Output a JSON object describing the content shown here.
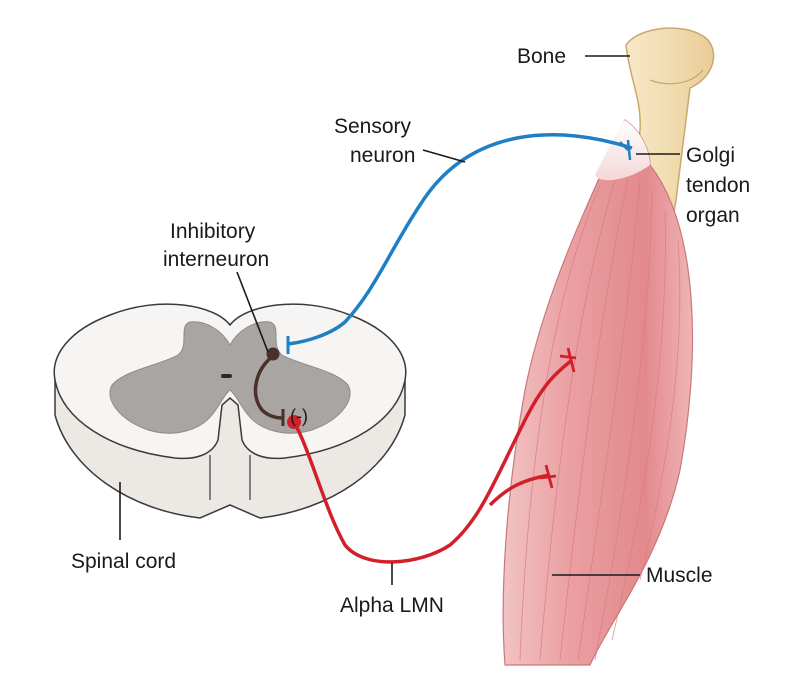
{
  "labels": {
    "bone": "Bone",
    "sensory_neuron": [
      "Sensory",
      "neuron"
    ],
    "golgi_tendon_organ": [
      "Golgi",
      "tendon",
      "organ"
    ],
    "inhibitory_interneuron": [
      "Inhibitory",
      "interneuron"
    ],
    "inhibitory_sign": "(-)",
    "spinal_cord": "Spinal cord",
    "alpha_lmn": "Alpha LMN",
    "muscle": "Muscle"
  },
  "colors": {
    "sensory_neuron": "#1f7fc4",
    "alpha_lmn": "#d2202a",
    "interneuron": "#4a302a",
    "gray_matter": "#a9a5a3",
    "white_matter": "#f4f3f1",
    "bone": "#f3dfb5",
    "muscle": "#eaa0a2"
  }
}
